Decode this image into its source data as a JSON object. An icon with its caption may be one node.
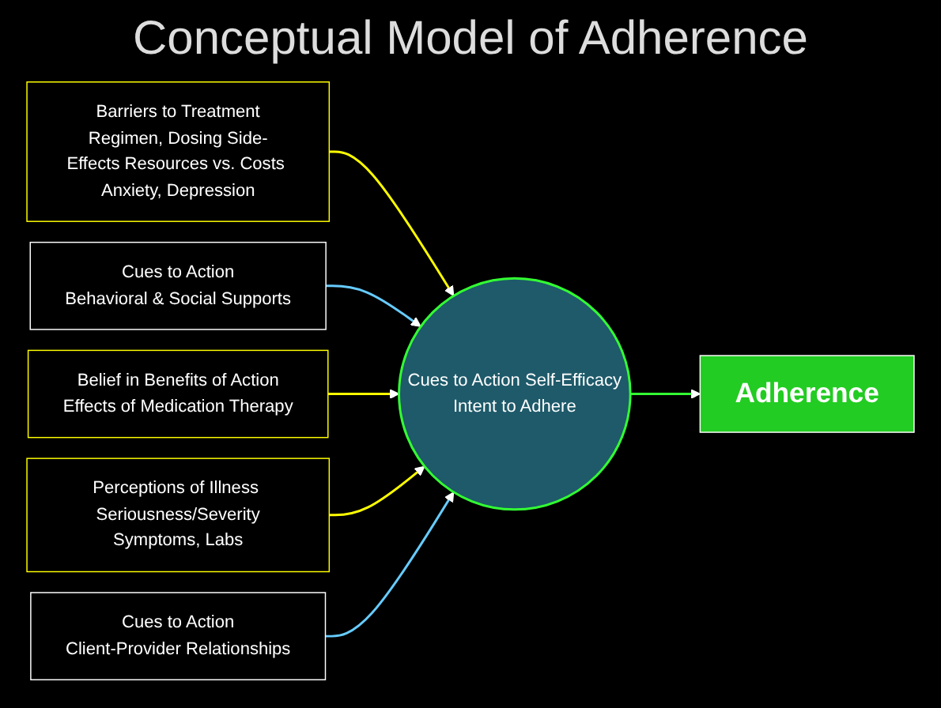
{
  "diagram": {
    "title": "Conceptual Model of Adherence",
    "nodes": [
      {
        "text": [
          "Barriers to Treatment",
          "Regimen, Dosing Side-Effects Resources vs. Costs Anxiety, Depression"
        ]
      },
      {
        "text": [
          "Cues to Action",
          "Behavioral & Social Supports"
        ]
      },
      {
        "text": [
          "Belief in Benefits of Action",
          "Effects of Medication Therapy"
        ]
      },
      {
        "text": [
          "Cues to Action Self-Efficacy",
          "Intent to Adhere"
        ]
      },
      {
        "text": [
          "Adherence"
        ]
      },
      {
        "text": [
          "Perceptions of Illness Seriousness/Severity",
          "Symptoms, Labs"
        ]
      },
      {
        "text": [
          "Cues to Action",
          "Client-Provider Relationships"
        ]
      }
    ],
    "edges": [
      {
        "from": 0,
        "to": 3,
        "arrow": "to",
        "color": "#ffff00"
      },
      {
        "from": 1,
        "to": 3,
        "arrow": "to",
        "color": "#66ccff"
      },
      {
        "from": 2,
        "to": 3,
        "arrow": "to",
        "color": "#ffff00"
      },
      {
        "from": 5,
        "to": 3,
        "arrow": "to",
        "color": "#ffff00"
      },
      {
        "from": 6,
        "to": 3,
        "arrow": "to",
        "color": "#66ccff"
      },
      {
        "from": 3,
        "to": 4,
        "arrow": "to",
        "color": "#33ff33"
      }
    ]
  }
}
